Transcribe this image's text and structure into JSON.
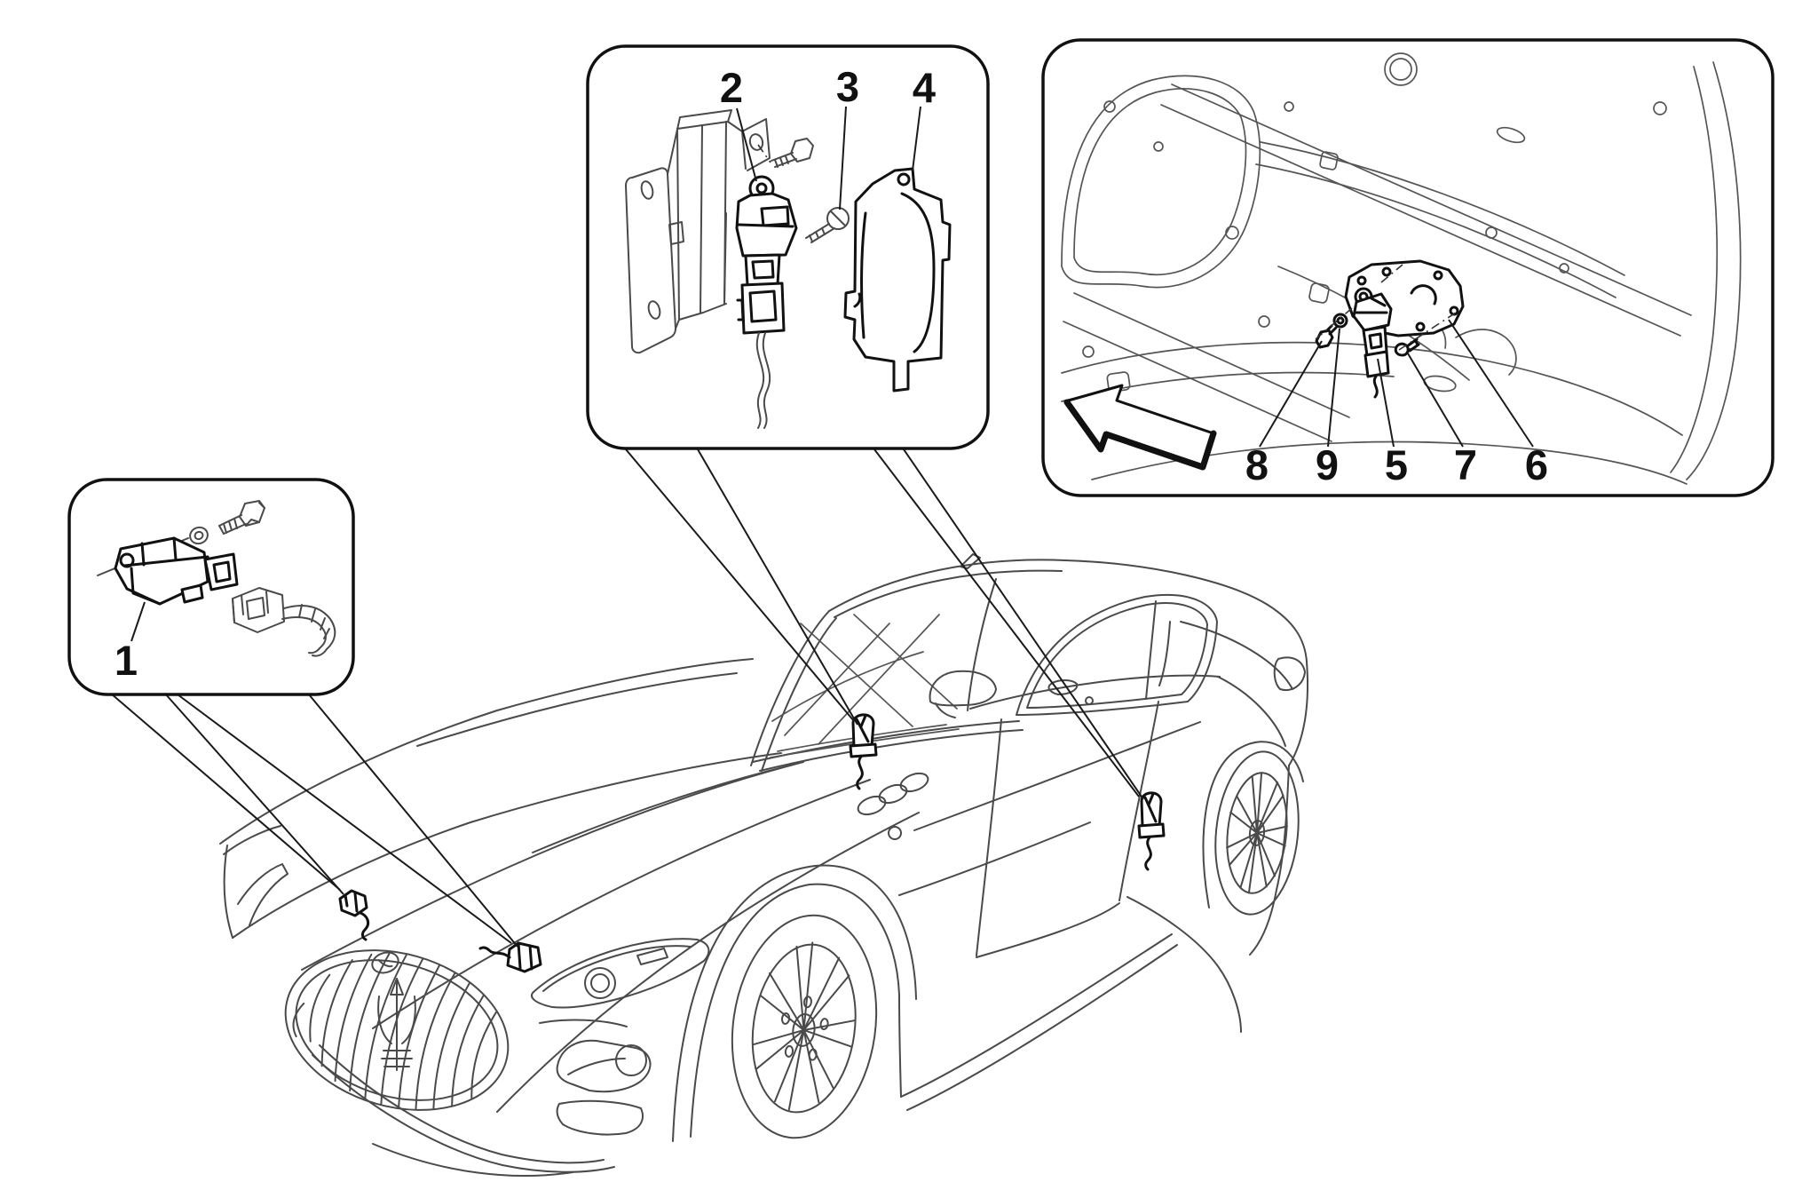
{
  "colors": {
    "background": "#ffffff",
    "thin_line": "#4a4a4a",
    "bold_line": "#111111",
    "label_text": "#111111"
  },
  "callouts": {
    "front_sensor_detail": {
      "labels": [
        {
          "id": "part-1",
          "text": "1"
        }
      ]
    },
    "bracket_sensor_detail": {
      "labels": [
        {
          "id": "part-2",
          "text": "2"
        },
        {
          "id": "part-3",
          "text": "3"
        },
        {
          "id": "part-4",
          "text": "4"
        }
      ]
    },
    "door_sensor_detail": {
      "labels": [
        {
          "id": "part-8",
          "text": "8"
        },
        {
          "id": "part-9",
          "text": "9"
        },
        {
          "id": "part-5",
          "text": "5"
        },
        {
          "id": "part-7",
          "text": "7"
        },
        {
          "id": "part-6",
          "text": "6"
        }
      ],
      "arrow_icon": "block-arrow-left"
    }
  }
}
